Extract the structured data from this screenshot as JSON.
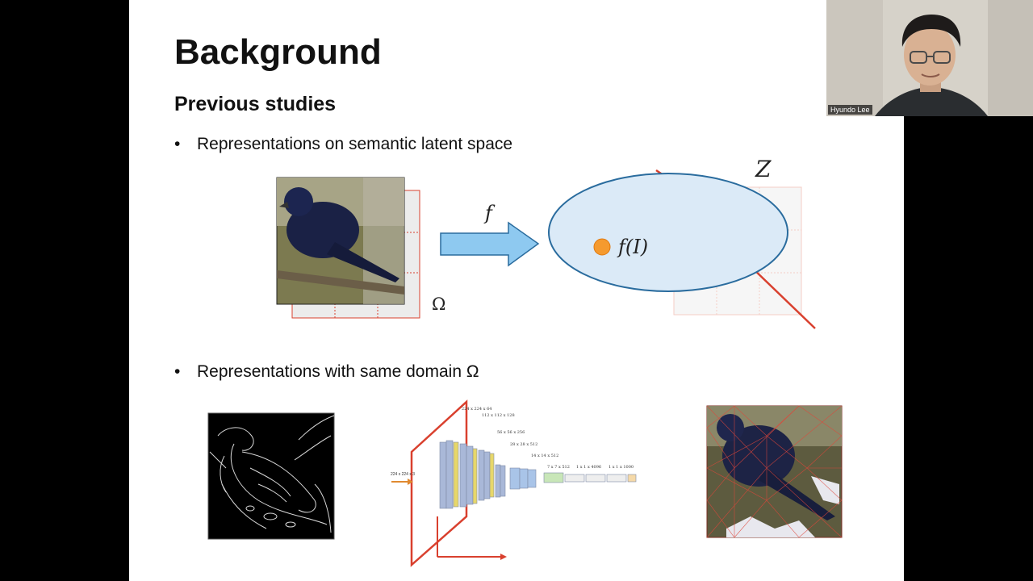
{
  "slide": {
    "title": "Background",
    "subtitle": "Previous studies",
    "bullet_char": "•",
    "bullet1": "Representations on semantic latent space",
    "bullet2": "Representations with same domain Ω",
    "omega_label": "Ω",
    "map_label": "f",
    "latent_label": "Z",
    "point_label": "f(I)"
  },
  "cnn": {
    "input_label": "224 x 224 x 3",
    "layers": [
      "224 x 224 x 64",
      "112 x 112 x 128",
      "56 x 56 x 256",
      "28 x 28 x 512",
      "14 x 14 x 512",
      "7 x 7 x 512",
      "1 x 1 x 4096",
      "1 x 1 x 1000"
    ]
  },
  "webcam": {
    "name": "Hyundo Lee"
  },
  "colors": {
    "arrow_fill": "#8ec9f0",
    "ellipse_fill": "#dbeaf7",
    "ellipse_stroke": "#2a6c9e",
    "point": "#f59a2e",
    "red": "#d9402e"
  }
}
